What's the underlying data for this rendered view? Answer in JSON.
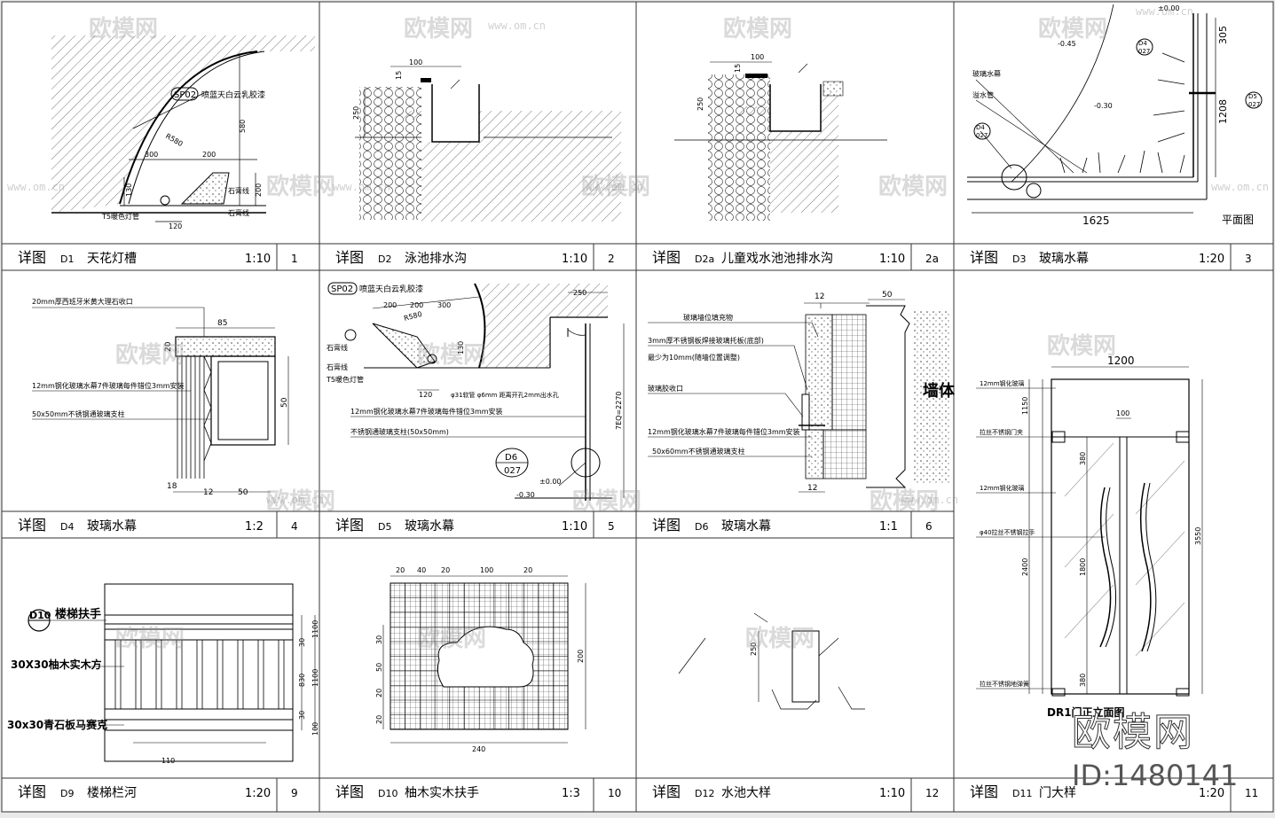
{
  "panels": [
    {
      "id": "1",
      "prefix": "详图",
      "code": "D1",
      "title": "天花灯槽",
      "scale": "1:10",
      "num": "1"
    },
    {
      "id": "2",
      "prefix": "详图",
      "code": "D2",
      "title": "泳池排水沟",
      "scale": "1:10",
      "num": "2"
    },
    {
      "id": "2a",
      "prefix": "详图",
      "code": "D2a",
      "title": "儿童戏水池池排水沟",
      "scale": "1:10",
      "num": "2a"
    },
    {
      "id": "3",
      "prefix": "详图",
      "code": "D3",
      "title": "玻璃水幕",
      "scale": "1:20",
      "num": "3"
    },
    {
      "id": "4",
      "prefix": "详图",
      "code": "D4",
      "title": "玻璃水幕",
      "scale": "1:2",
      "num": "4"
    },
    {
      "id": "5",
      "prefix": "详图",
      "code": "D5",
      "title": "玻璃水幕",
      "scale": "1:10",
      "num": "5"
    },
    {
      "id": "6",
      "prefix": "详图",
      "code": "D6",
      "title": "玻璃水幕",
      "scale": "1:1",
      "num": "6"
    },
    {
      "id": "9",
      "prefix": "详图",
      "code": "D9",
      "title": "楼梯栏河",
      "scale": "1:20",
      "num": "9"
    },
    {
      "id": "10",
      "prefix": "详图",
      "code": "D10",
      "title": "柚木实木扶手",
      "scale": "1:3",
      "num": "10"
    },
    {
      "id": "12",
      "prefix": "详图",
      "code": "D12",
      "title": "水池大样",
      "scale": "1:10",
      "num": "12"
    },
    {
      "id": "11",
      "prefix": "详图",
      "code": "D11",
      "title": "门大样",
      "scale": "1:20",
      "num": "11"
    }
  ],
  "d1": {
    "tag": "SP02",
    "tag_note": "喷蓝天白云乳胶漆",
    "radius": "R580",
    "dim_300": "300",
    "dim_200": "200",
    "dim_580": "580",
    "dim_130": "130",
    "dim_120": "120",
    "dim_200b": "200",
    "gypsum1": "石膏线",
    "gypsum2": "石膏线",
    "lamp": "T5暖色灯管"
  },
  "d2": {
    "dim_100": "100",
    "dim_15": "15",
    "dim_250": "250"
  },
  "d2a": {
    "dim_100": "100",
    "dim_15": "15",
    "dim_250": "250"
  },
  "d3": {
    "elev_top": "±0.00",
    "elev_1": "-0.45",
    "elev_2": "-0.30",
    "ref1": "D4",
    "ref1b": "027",
    "ref2": "D5",
    "ref2b": "027",
    "ref3": "D4",
    "ref3b": "027",
    "label1": "玻璃水幕",
    "label2": "溢水管",
    "dim_305": "305",
    "dim_1208": "1208",
    "dim_1625": "1625",
    "plan": "平面图"
  },
  "d4": {
    "note1": "20mm厚西班牙米黄大理石收口",
    "note2": "12mm钢化玻璃水幕7件玻璃每件错位3mm安装",
    "note3": "50x50mm不锈钢通玻璃支柱",
    "dim_85": "85",
    "dim_20": "20",
    "dim_50v": "50",
    "dim_18": "18",
    "dim_12": "12",
    "dim_50": "50"
  },
  "d5": {
    "tag": "SP02",
    "tag_note": "喷蓝天白云乳胶漆",
    "dim_250": "250",
    "dim_200a": "200",
    "dim_200b": "200",
    "dim_300": "300",
    "radius": "R580",
    "gypsum1": "石膏线",
    "gypsum2": "石膏线",
    "lamp": "T5暖色灯管",
    "dim_130": "130",
    "dim_120": "120",
    "pipe": "φ31软管 φ6mm 距离开孔2mm出水孔",
    "note_glass": "12mm钢化玻璃水幕7件玻璃每件错位3mm安装",
    "note_post": "不锈钢通玻璃支柱(50x50mm)",
    "dim_2270": "7EQ=2270",
    "ref": "D6",
    "refb": "027",
    "elev1": "±0.00",
    "elev2": "-0.30"
  },
  "d6": {
    "dim_12": "12",
    "dim_50": "50",
    "note1": "玻璃墙位填充物",
    "note2": "3mm厚不锈钢板焊接玻璃托板(底部)",
    "note3": "最少为10mm(随墙位置调整)",
    "note4": "玻璃胶收口",
    "note5": "12mm钢化玻璃水幕7件玻璃每件错位3mm安装",
    "note6": "50x60mm不锈钢通玻璃支柱",
    "wall": "墙体",
    "dim_12b": "12"
  },
  "d9": {
    "ref": "D10",
    "rail": "楼梯扶手",
    "wood": "30X30柚木实木方",
    "stone": "30x30青石板马赛克",
    "dim_30": "30",
    "dim_1100a": "1100",
    "dim_830": "830",
    "dim_1100": "1100",
    "dim_30b": "30",
    "dim_100": "100",
    "dim_110": "110"
  },
  "d10": {
    "dim_20a": "20",
    "dim_40": "40",
    "dim_20b": "20",
    "dim_100": "100",
    "dim_20c": "20",
    "dim_30": "30",
    "dim_50": "50",
    "dim_20d": "20",
    "dim_20e": "20",
    "dim_200": "200",
    "dim_240": "240"
  },
  "d12": {
    "dim_250": "250"
  },
  "d11": {
    "dim_1200": "1200",
    "dim_100": "100",
    "dim_1150": "1150",
    "dim_380a": "380",
    "dim_3550": "3550",
    "dim_2400": "2400",
    "dim_1800": "1800",
    "dim_380b": "380",
    "note1": "12mm钢化玻璃",
    "note2": "拉丝不锈钢门夹",
    "note3": "12mm钢化玻璃",
    "note4": "φ40拉丝不锈钢拉手",
    "note5": "拉丝不锈钢地弹簧",
    "caption": "DR1门正立面图"
  },
  "watermark": {
    "text": "欧模网",
    "url": "www.om.cn"
  },
  "brand": {
    "name": "欧模网",
    "id": "ID:1480141"
  }
}
